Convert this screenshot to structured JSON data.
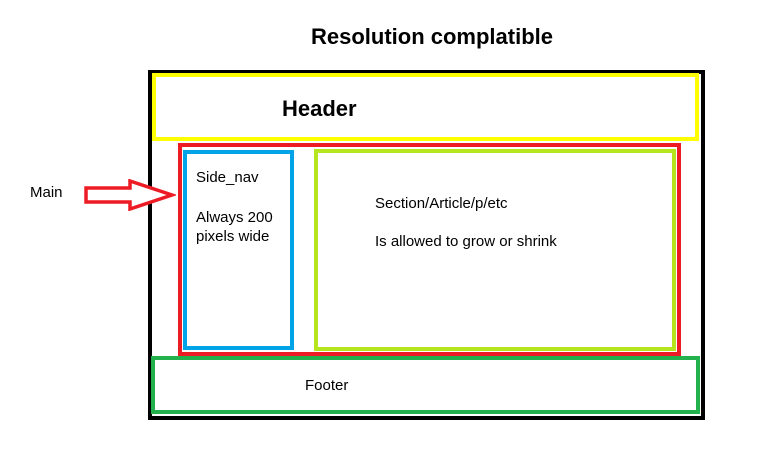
{
  "title": "Resolution complatible",
  "header": {
    "label": "Header"
  },
  "main": {
    "label": "Main"
  },
  "side_nav": {
    "title": "Side_nav",
    "description": "Always 200 pixels wide"
  },
  "section": {
    "title": "Section/Article/p/etc",
    "description": "Is allowed to grow or shrink"
  },
  "footer": {
    "label": "Footer"
  },
  "colors": {
    "outer": "#000000",
    "header": "#ffff00",
    "main": "#ed1c24",
    "side_nav": "#00a2e8",
    "section": "#b5e61d",
    "footer": "#22b14c",
    "arrow": "#ed1c24"
  }
}
